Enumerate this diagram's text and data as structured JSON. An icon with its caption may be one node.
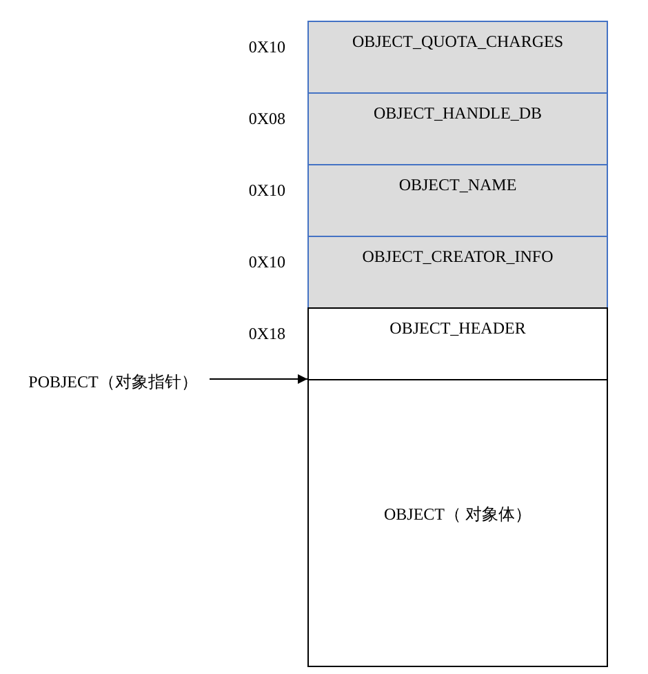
{
  "diagram": {
    "nodes": [
      {
        "text": [
          "OBJECT_QUOTA_CHARGES"
        ],
        "beside": [
          "0X10"
        ]
      },
      {
        "text": [
          "OBJECT_HANDLE_DB"
        ],
        "beside": [
          "0X08"
        ]
      },
      {
        "text": [
          "OBJECT_NAME"
        ],
        "beside": [
          "0X10"
        ]
      },
      {
        "text": [
          "OBJECT_CREATOR_INFO"
        ],
        "beside": [
          "0X10"
        ]
      },
      {
        "text": [
          "OBJECT_HEADER"
        ],
        "beside": [
          "0X18"
        ]
      },
      {
        "text": [
          "OBJECT（ 对象体）"
        ]
      },
      {
        "text": [
          "POBJECT（对象指针）"
        ]
      }
    ],
    "edges": [
      {
        "from": 6,
        "to": 5,
        "arrow": "to"
      }
    ]
  }
}
